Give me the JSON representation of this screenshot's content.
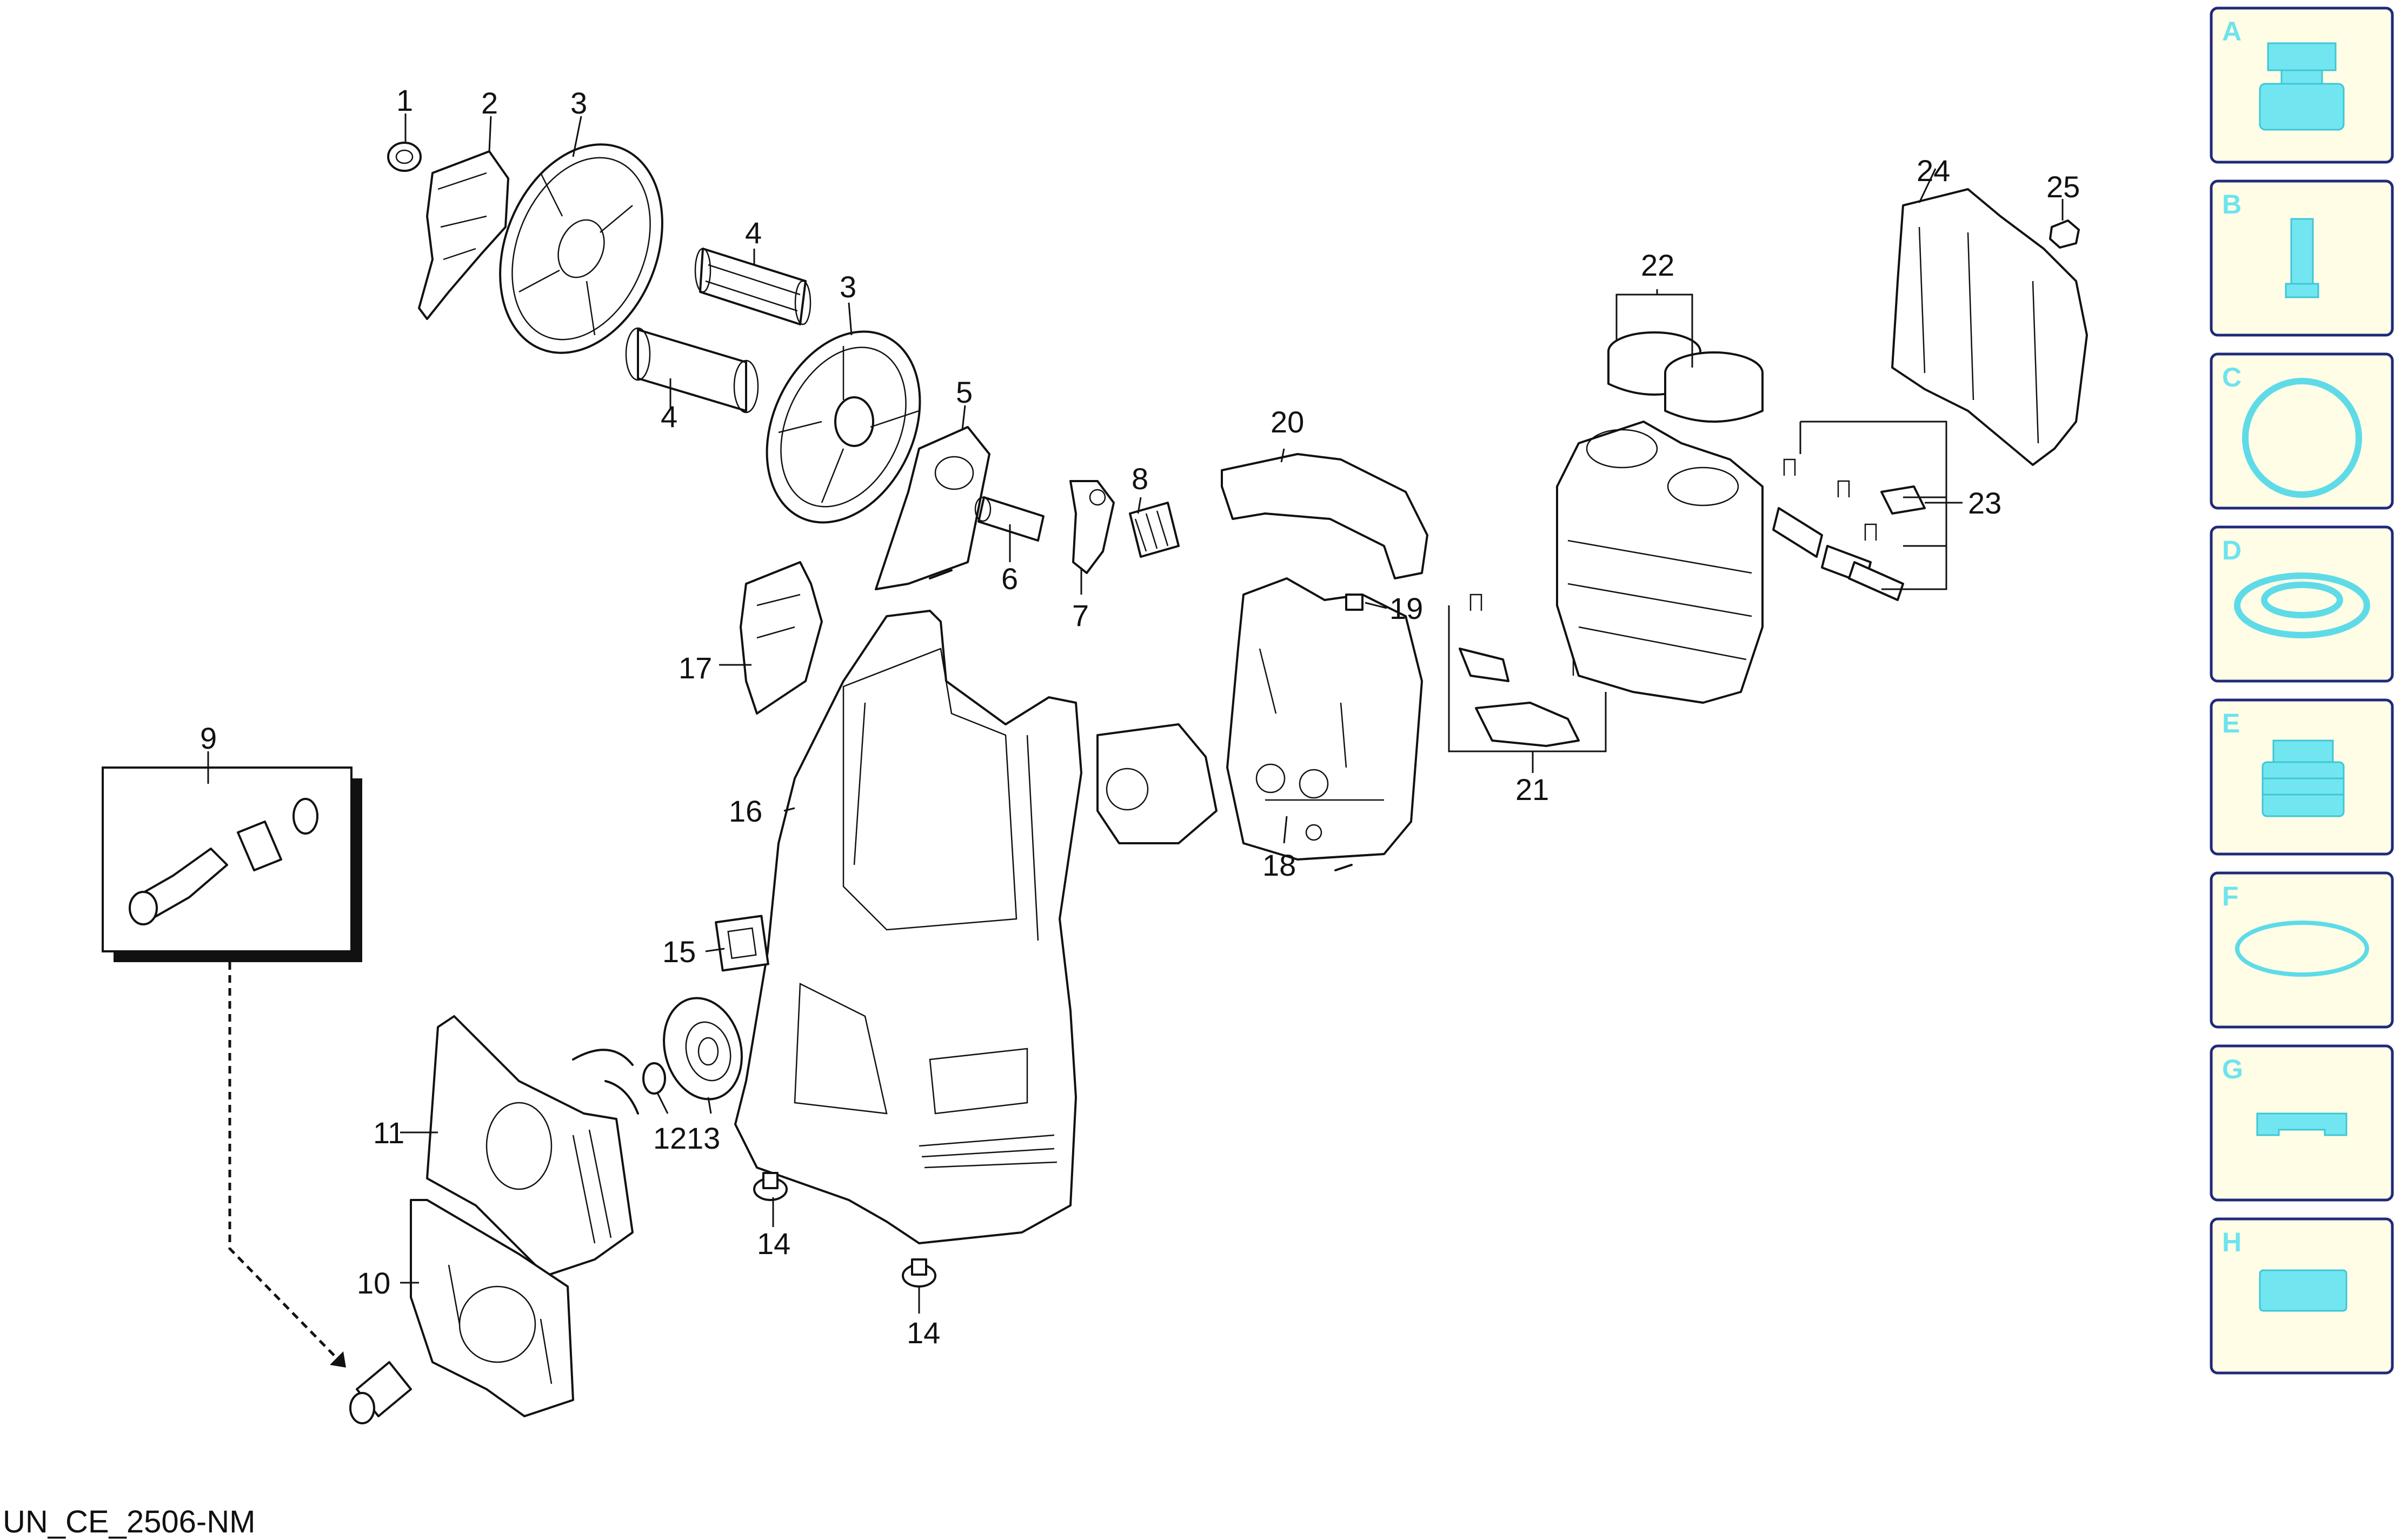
{
  "callouts": {
    "c1": "1",
    "c2": "2",
    "c3a": "3",
    "c3b": "3",
    "c4a": "4",
    "c4b": "4",
    "c5": "5",
    "c6": "6",
    "c7": "7",
    "c8": "8",
    "c9": "9",
    "c10": "10",
    "c11": "11",
    "c12": "12",
    "c13": "13",
    "c14a": "14",
    "c14b": "14",
    "c15": "15",
    "c16": "16",
    "c17": "17",
    "c18": "18",
    "c19": "19",
    "c20": "20",
    "c21": "21",
    "c22": "22",
    "c23": "23",
    "c24": "24",
    "c25": "25"
  },
  "footer_code": "UN_CE_2506-NM",
  "legend": [
    {
      "letter": "A",
      "icon": "nozzle-fitting-icon"
    },
    {
      "letter": "B",
      "icon": "pin-icon"
    },
    {
      "letter": "C",
      "icon": "o-ring-icon"
    },
    {
      "letter": "D",
      "icon": "seal-ring-icon"
    },
    {
      "letter": "E",
      "icon": "piston-seal-icon"
    },
    {
      "letter": "F",
      "icon": "gasket-icon"
    },
    {
      "letter": "G",
      "icon": "flat-washer-icon"
    },
    {
      "letter": "H",
      "icon": "cap-icon"
    }
  ],
  "colors": {
    "legend_bg": "#fffde6",
    "legend_border": "#1f2a7a",
    "legend_icon": "#72e6f0"
  }
}
